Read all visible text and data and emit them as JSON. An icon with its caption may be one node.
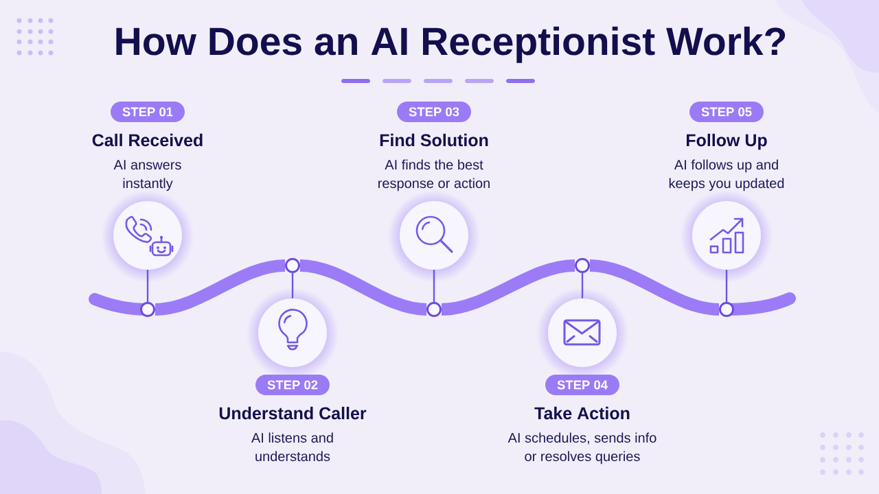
{
  "diagram": {
    "title": "How Does an AI Receptionist Work?",
    "nodes": [
      {
        "text": [
          "STEP 01"
        ],
        "beside": [
          "Call Received",
          "AI answers instantly"
        ]
      },
      {
        "text": [],
        "shape": "circle"
      },
      {
        "text": [],
        "shape": "circle"
      },
      {
        "text": [
          "STEP 02"
        ],
        "beside": [
          "Understand Caller",
          "AI listens and understands"
        ]
      },
      {
        "text": [],
        "shape": "circle"
      },
      {
        "text": [],
        "shape": "circle"
      },
      {
        "text": [
          "STEP 03"
        ],
        "beside": [
          "Find Solution",
          "AI finds the best response or action"
        ]
      },
      {
        "text": [],
        "shape": "circle"
      },
      {
        "text": [],
        "shape": "circle"
      },
      {
        "text": [
          "STEP 04"
        ],
        "beside": [
          "Take Action",
          "AI schedules, sends info or resolves queries"
        ]
      },
      {
        "text": [],
        "shape": "circle"
      },
      {
        "text": [],
        "shape": "circle"
      },
      {
        "text": [
          "STEP 05"
        ],
        "beside": [
          "Follow Up",
          "AI follows up and keeps you updated"
        ]
      },
      {
        "text": [],
        "shape": "circle"
      },
      {
        "text": [],
        "shape": "circle"
      }
    ],
    "edges": [
      {
        "from": 1,
        "to": 2,
        "arrow": "none"
      },
      {
        "from": 4,
        "to": 5,
        "arrow": "none"
      },
      {
        "from": 7,
        "to": 8,
        "arrow": "none"
      },
      {
        "from": 10,
        "to": 11,
        "arrow": "none"
      },
      {
        "from": 13,
        "to": 14,
        "arrow": "none"
      },
      {
        "from": 2,
        "to": 5,
        "arrow": "none",
        "style": "thick",
        "color": "#9b7cf6"
      },
      {
        "from": 5,
        "to": 8,
        "arrow": "none",
        "style": "thick",
        "color": "#9b7cf6"
      },
      {
        "from": 8,
        "to": 11,
        "arrow": "none",
        "style": "thick",
        "color": "#9b7cf6"
      },
      {
        "from": 11,
        "to": 14,
        "arrow": "none",
        "style": "thick",
        "color": "#9b7cf6"
      }
    ]
  }
}
